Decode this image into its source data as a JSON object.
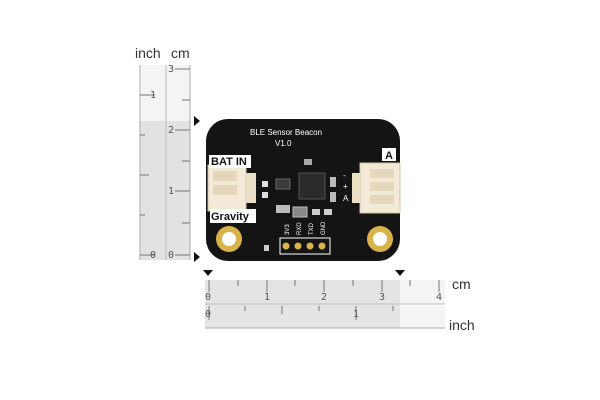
{
  "ruler_left": {
    "unit_inch": "inch",
    "unit_cm": "cm",
    "inch_ticks": [
      "1",
      "0"
    ],
    "cm_ticks": [
      "3",
      "2",
      "1",
      "0"
    ]
  },
  "ruler_bottom": {
    "unit_cm": "cm",
    "unit_inch": "inch",
    "cm_ticks": [
      "0",
      "1",
      "2",
      "3",
      "4"
    ],
    "inch_ticks": [
      "0",
      "1"
    ]
  },
  "board": {
    "title": "BLE Sensor Beacon",
    "version": "V1.0",
    "left_label_top": "BAT IN",
    "left_label_bottom": "Gravity",
    "right_label": "A",
    "pin_labels": [
      "3V3",
      "RXD",
      "TXD",
      "GND"
    ],
    "conn_marks": [
      "-",
      "+",
      "A"
    ],
    "colors": {
      "pcb": "#141414",
      "silk": "#ffffff",
      "connector": "#f2ead6",
      "pad": "#d9b24a"
    }
  }
}
